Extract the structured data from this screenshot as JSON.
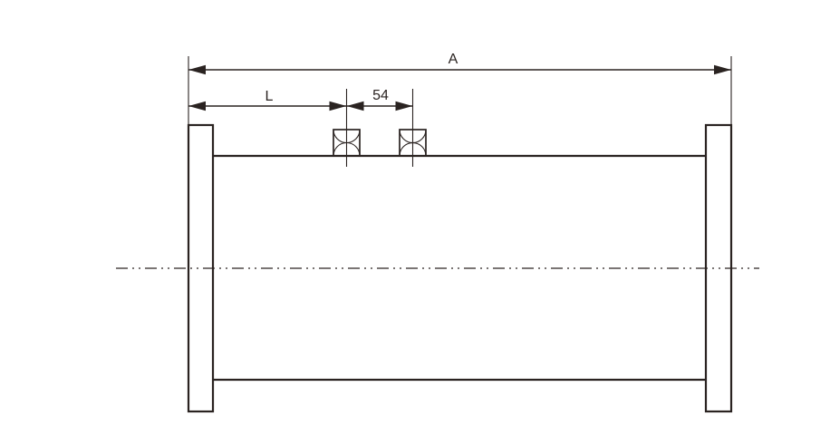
{
  "diagram": {
    "type": "technical-drawing",
    "labels": {
      "overall_length": "A",
      "left_offset": "L",
      "nozzle_spacing": "54"
    },
    "colors": {
      "line": "#2a2321",
      "background": "#ffffff"
    }
  }
}
